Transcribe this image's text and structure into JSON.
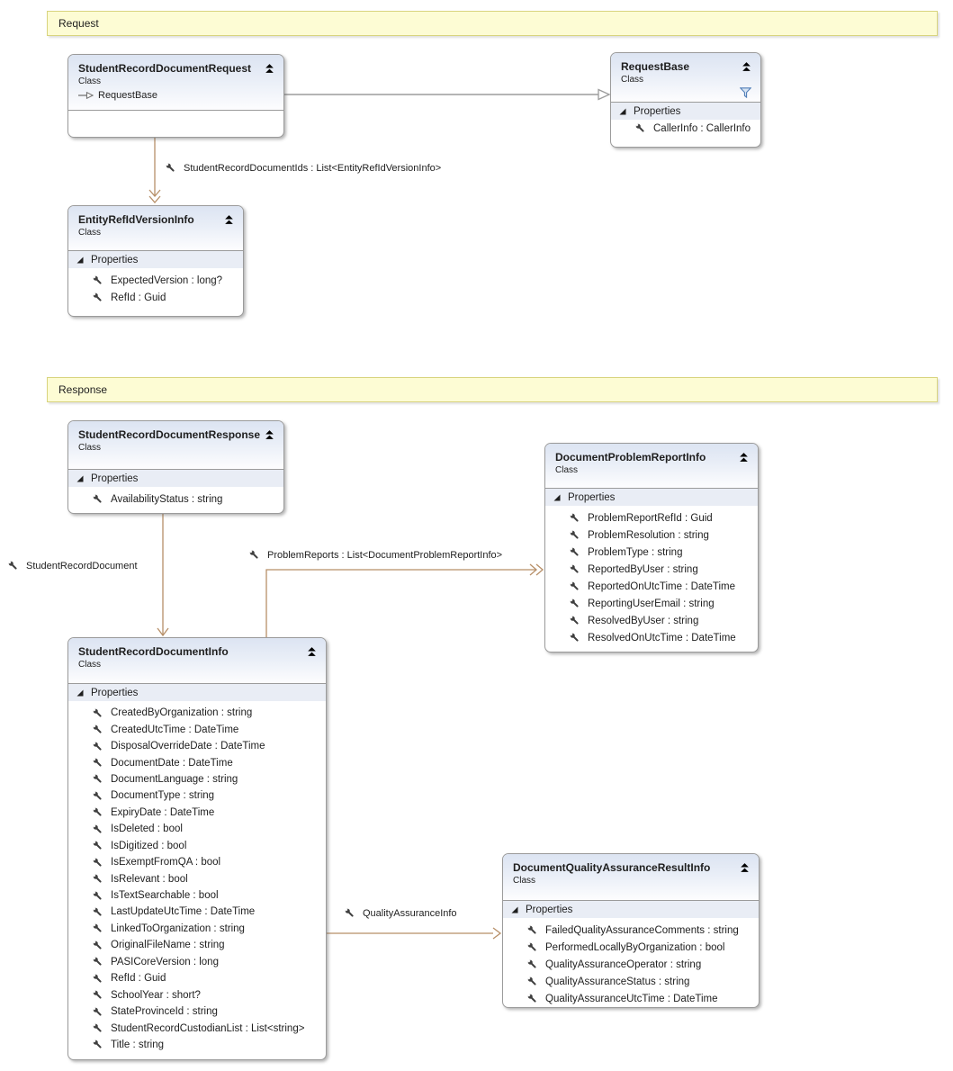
{
  "colors": {
    "connector": "#b78f68",
    "inheritance": "#9b9b9b",
    "band_bg": "#fdfcd4",
    "band_border": "#d8d47e",
    "box_border": "#9b9b9b",
    "header_top": "#dce4f2",
    "header_bottom": "#fdfdfe",
    "section_bg": "#e9edf5",
    "text": "#1e1e1e",
    "icon_dark": "#3f3f3f",
    "chevron": "#3d4d63",
    "funnel": "#4f7db8"
  },
  "bands": {
    "request": {
      "label": "Request"
    },
    "response": {
      "label": "Response"
    }
  },
  "classes": [
    {
      "title": "StudentRecordDocumentRequest",
      "kind": "Class",
      "base": "RequestBase",
      "section_label": "",
      "properties": []
    },
    {
      "title": "RequestBase",
      "kind": "Class",
      "section_label": "Properties",
      "properties": [
        "CallerInfo : CallerInfo"
      ]
    },
    {
      "title": "EntityRefIdVersionInfo",
      "kind": "Class",
      "section_label": "Properties",
      "properties": [
        "ExpectedVersion : long?",
        "RefId : Guid"
      ]
    },
    {
      "title": "StudentRecordDocumentResponse",
      "kind": "Class",
      "section_label": "Properties",
      "properties": [
        "AvailabilityStatus : string"
      ]
    },
    {
      "title": "DocumentProblemReportInfo",
      "kind": "Class",
      "section_label": "Properties",
      "properties": [
        "ProblemReportRefId : Guid",
        "ProblemResolution : string",
        "ProblemType : string",
        "ReportedByUser : string",
        "ReportedOnUtcTime : DateTime",
        "ReportingUserEmail : string",
        "ResolvedByUser : string",
        "ResolvedOnUtcTime : DateTime"
      ]
    },
    {
      "title": "StudentRecordDocumentInfo",
      "kind": "Class",
      "section_label": "Properties",
      "properties": [
        "CreatedByOrganization : string",
        "CreatedUtcTime : DateTime",
        "DisposalOverrideDate : DateTime",
        "DocumentDate : DateTime",
        "DocumentLanguage : string",
        "DocumentType : string",
        "ExpiryDate : DateTime",
        "IsDeleted : bool",
        "IsDigitized : bool",
        "IsExemptFromQA : bool",
        "IsRelevant : bool",
        "IsTextSearchable : bool",
        "LastUpdateUtcTime : DateTime",
        "LinkedToOrganization : string",
        "OriginalFileName : string",
        "PASICoreVersion : long",
        "RefId : Guid",
        "SchoolYear : short?",
        "StateProvinceId : string",
        "StudentRecordCustodianList : List<string>",
        "Title : string"
      ]
    },
    {
      "title": "DocumentQualityAssuranceResultInfo",
      "kind": "Class",
      "section_label": "Properties",
      "properties": [
        "FailedQualityAssuranceComments : string",
        "PerformedLocallyByOrganization : bool",
        "QualityAssuranceOperator : string",
        "QualityAssuranceStatus : string",
        "QualityAssuranceUtcTime : DateTime"
      ]
    }
  ],
  "connector_labels": {
    "document_ids": "StudentRecordDocumentIds : List<EntityRefIdVersionInfo>",
    "student_record_document": "StudentRecordDocument",
    "problem_reports": "ProblemReports : List<DocumentProblemReportInfo>",
    "quality_assurance": "QualityAssuranceInfo"
  }
}
